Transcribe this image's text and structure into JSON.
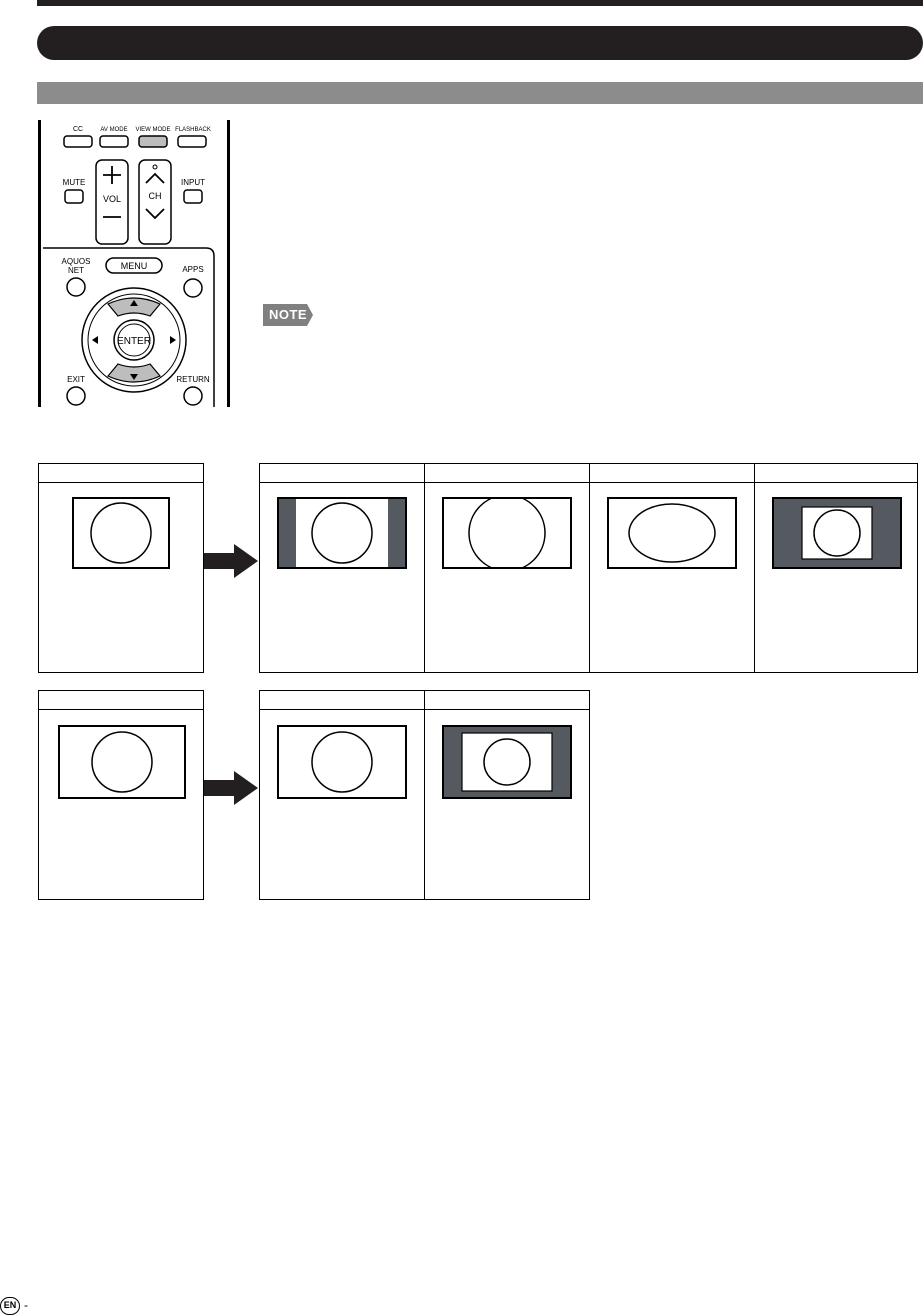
{
  "remote": {
    "buttons": {
      "cc": "CC",
      "av_mode": "AV MODE",
      "view_mode": "VIEW MODE",
      "flashback": "FLASHBACK",
      "mute": "MUTE",
      "vol": "VOL",
      "ch": "CH",
      "input": "INPUT",
      "aquos_line1": "AQUOS",
      "aquos_line2": "NET",
      "menu": "MENU",
      "apps": "APPS",
      "enter": "ENTER",
      "exit": "EXIT",
      "return": "RETURN"
    }
  },
  "note": {
    "badge": "NOTE"
  },
  "footer": {
    "lang_badge": "EN",
    "separator": "-"
  },
  "colors": {
    "dark": "#231f20",
    "sub_bar": "#8c8c8c",
    "highlight": "#bdbdbd",
    "panel_fill": "#555a61"
  }
}
